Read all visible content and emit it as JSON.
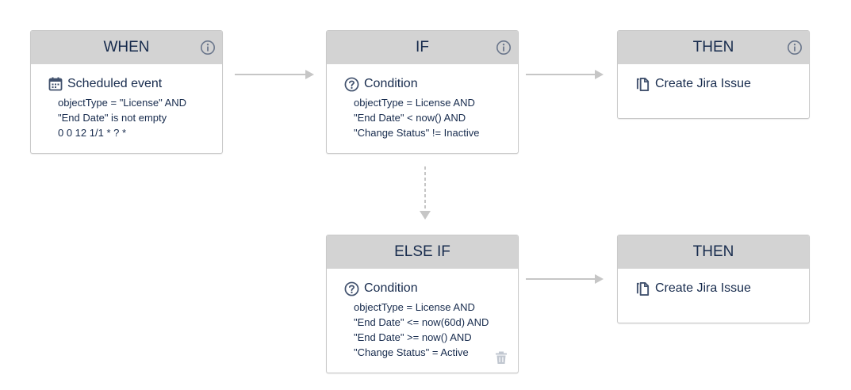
{
  "colors": {
    "header_bg": "#d3d3d3",
    "border": "#c9c9c9",
    "text": "#172b4d",
    "icon": "#6b778c",
    "connector": "#c6c6c6"
  },
  "when": {
    "header": "WHEN",
    "title": "Scheduled event",
    "title_icon": "calendar-icon",
    "lines": [
      "objectType = \"License\" AND",
      "\"End Date\" is not empty",
      "0 0 12 1/1 * ? *"
    ]
  },
  "if": {
    "header": "IF",
    "title": "Condition",
    "title_icon": "question-circle-icon",
    "lines": [
      "objectType = License AND",
      "\"End Date\" < now() AND",
      "\"Change Status\" != Inactive"
    ]
  },
  "then1": {
    "header": "THEN",
    "title": "Create Jira Issue",
    "title_icon": "copy-icon"
  },
  "else_if": {
    "header": "ELSE IF",
    "title": "Condition",
    "title_icon": "question-circle-icon",
    "lines": [
      "objectType = License AND",
      "\"End Date\" <= now(60d) AND",
      "\"End Date\" >= now() AND",
      "\"Change Status\" = Active"
    ]
  },
  "then2": {
    "header": "THEN",
    "title": "Create Jira Issue",
    "title_icon": "copy-icon"
  }
}
